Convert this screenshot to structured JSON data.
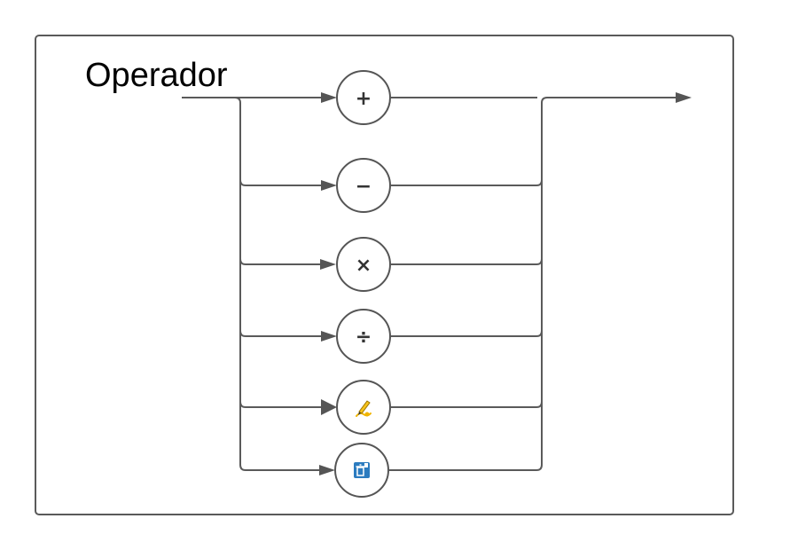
{
  "diagram": {
    "title": "Operador",
    "nodes": [
      {
        "id": "plus",
        "symbol": "+",
        "icon": "plus-icon"
      },
      {
        "id": "minus",
        "symbol": "−",
        "icon": "minus-icon"
      },
      {
        "id": "times",
        "symbol": "×",
        "icon": "times-icon"
      },
      {
        "id": "divide",
        "symbol": "÷",
        "icon": "divide-icon"
      },
      {
        "id": "edit",
        "symbol": "",
        "icon": "pen-writing-icon"
      },
      {
        "id": "delete",
        "symbol": "",
        "icon": "trash-bin-icon"
      }
    ],
    "colors": {
      "stroke": "#555555",
      "trash_icon": "#2b7bbf",
      "pen_icon": "#f0b400"
    }
  }
}
